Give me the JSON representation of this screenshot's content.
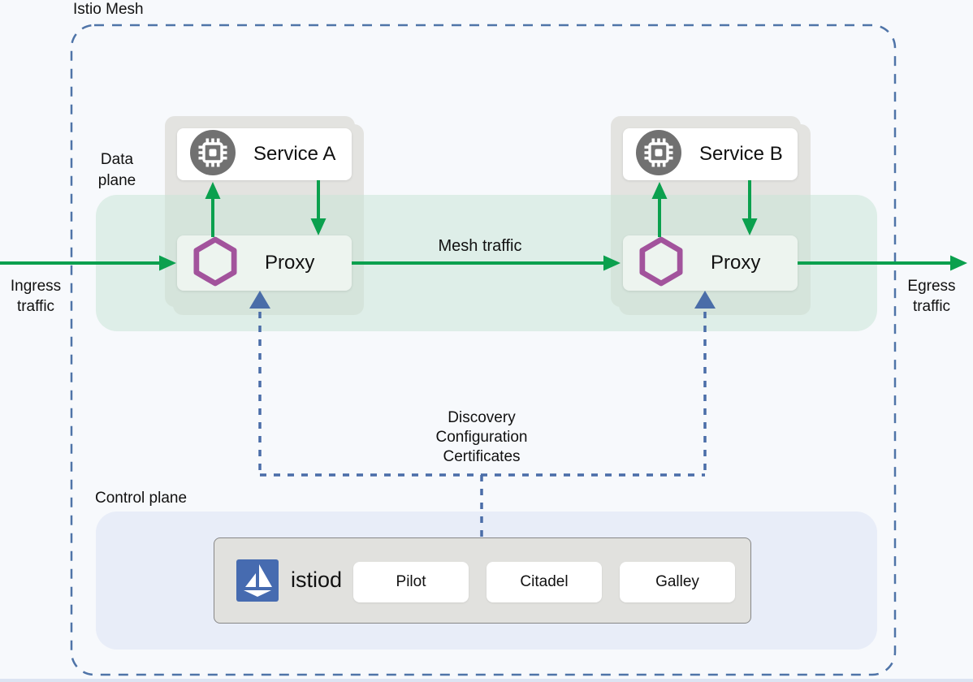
{
  "title": "Istio Mesh",
  "labels": {
    "data_plane": "Data\nplane",
    "control_plane": "Control plane",
    "ingress": "Ingress\ntraffic",
    "egress": "Egress\ntraffic",
    "mesh_traffic": "Mesh traffic",
    "config": "Discovery\nConfiguration\nCertificates"
  },
  "nodes": {
    "service_a": "Service A",
    "service_b": "Service B",
    "proxy_a": "Proxy",
    "proxy_b": "Proxy",
    "istiod": "istiod",
    "components": [
      "Pilot",
      "Citadel",
      "Galley"
    ]
  },
  "icons": {
    "service": "chip-icon",
    "proxy": "hexagon-icon",
    "istiod": "istio-sailboat-logo"
  },
  "colors": {
    "background": "#f7f9fc",
    "mesh_border_blue": "#4f74a8",
    "traffic_green": "#0ba04e",
    "config_blue": "#4a6da8",
    "data_plane_band": "#dfeee8",
    "control_plane_band": "#e8edf8",
    "card_gray": "#e3e3e0",
    "proxy_box": "#edf4ef",
    "service_icon_gray": "#717171",
    "hexagon_purple": "#a2539c",
    "istio_logo_blue": "#466bb0"
  }
}
